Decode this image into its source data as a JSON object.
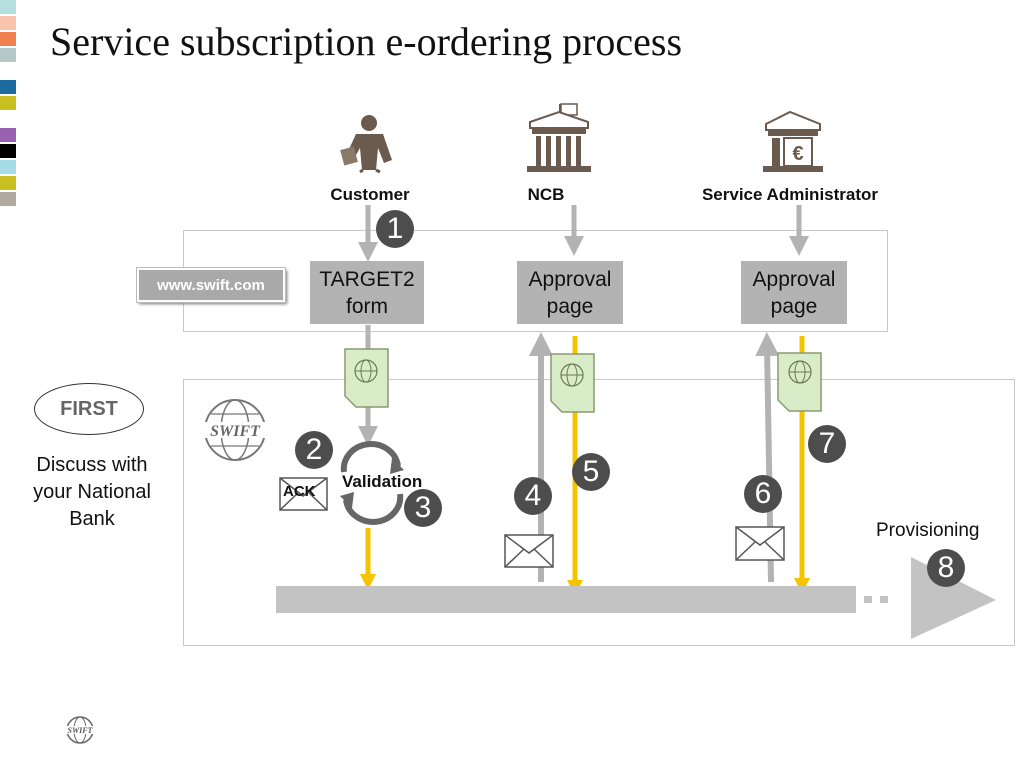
{
  "title": "Service subscription e-ordering process",
  "colors": {
    "swatches": [
      "#b5dfe0",
      "#f9c4ae",
      "#f08050",
      "#b5c7c6",
      "#1c6aa0",
      "#c7c020",
      "#9a60b0",
      "#000000",
      "#a6dce6",
      "#c7c020",
      "#b0a9a0"
    ],
    "yellow": "#f5c400",
    "gray": "#b3b3b3",
    "dark": "#4d4d4d"
  },
  "roles": {
    "customer": {
      "label": "Customer",
      "icon": "customer-person-icon"
    },
    "ncb": {
      "label": "NCB",
      "icon": "ncb-bank-building-icon"
    },
    "service_admin": {
      "label": "Service Administrator",
      "icon": "euro-bank-building-icon"
    }
  },
  "web": {
    "url_label": "www.swift.com",
    "form_label": "TARGET2 form",
    "approval_label": "Approval page"
  },
  "first_note": {
    "badge": "FIRST",
    "text": "Discuss with your National Bank"
  },
  "process": {
    "validation_label": "Validation",
    "ack_label": "ACK",
    "provisioning_label": "Provisioning"
  },
  "steps": [
    "1",
    "2",
    "3",
    "4",
    "5",
    "6",
    "7",
    "8"
  ]
}
